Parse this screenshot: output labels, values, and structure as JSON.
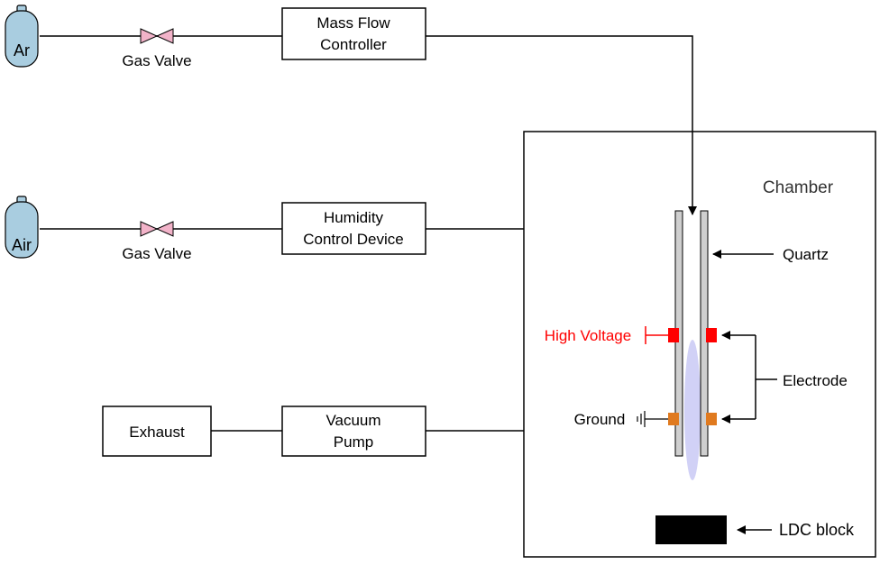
{
  "cylinders": {
    "ar": {
      "label": "Ar"
    },
    "air": {
      "label": "Air"
    }
  },
  "valves": {
    "ar": {
      "label": "Gas Valve"
    },
    "air": {
      "label": "Gas Valve"
    }
  },
  "boxes": {
    "mfc": {
      "line1": "Mass Flow",
      "line2": "Controller"
    },
    "humidity": {
      "line1": "Humidity",
      "line2": "Control Device"
    },
    "vacuum": {
      "line1": "Vacuum",
      "line2": "Pump"
    },
    "exhaust": {
      "label": "Exhaust"
    }
  },
  "chamber": {
    "title": "Chamber",
    "quartz": "Quartz",
    "high_voltage": "High Voltage",
    "ground": "Ground",
    "electrode": "Electrode",
    "ldc_block": "LDC block"
  },
  "colors": {
    "cylinder_fill": "#a9cde0",
    "valve_fill": "#f2b3c9",
    "high_voltage": "#ff0000",
    "ground_electrode": "#e07a1f",
    "plasma": "#c9c9f5",
    "ldc_block": "#000000",
    "quartz_fill": "#cfcfcf"
  }
}
